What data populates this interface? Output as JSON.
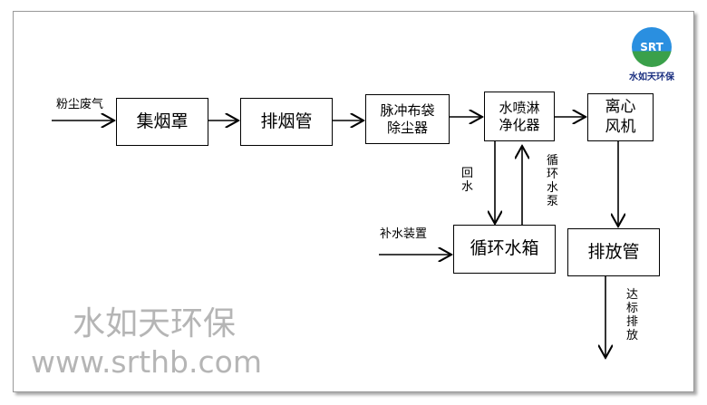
{
  "input_label": "粉尘废气",
  "makeup_label": "补水装置",
  "boxes": {
    "hood": "集烟罩",
    "exhaust_pipe": "排烟管",
    "bag_filter_1": "脉冲布袋",
    "bag_filter_2": "除尘器",
    "spray_1": "水喷淋",
    "spray_2": "净化器",
    "fan_1": "离心",
    "fan_2": "风机",
    "tank": "循环水箱",
    "discharge": "排放管"
  },
  "return_label": "回水",
  "pump_label": "循环水泵",
  "output_label": "达标排放",
  "logo": {
    "mark": "SRT",
    "name": "水如天环保"
  },
  "watermark": {
    "name": "水如天环保",
    "url": "www.srthb.com"
  }
}
